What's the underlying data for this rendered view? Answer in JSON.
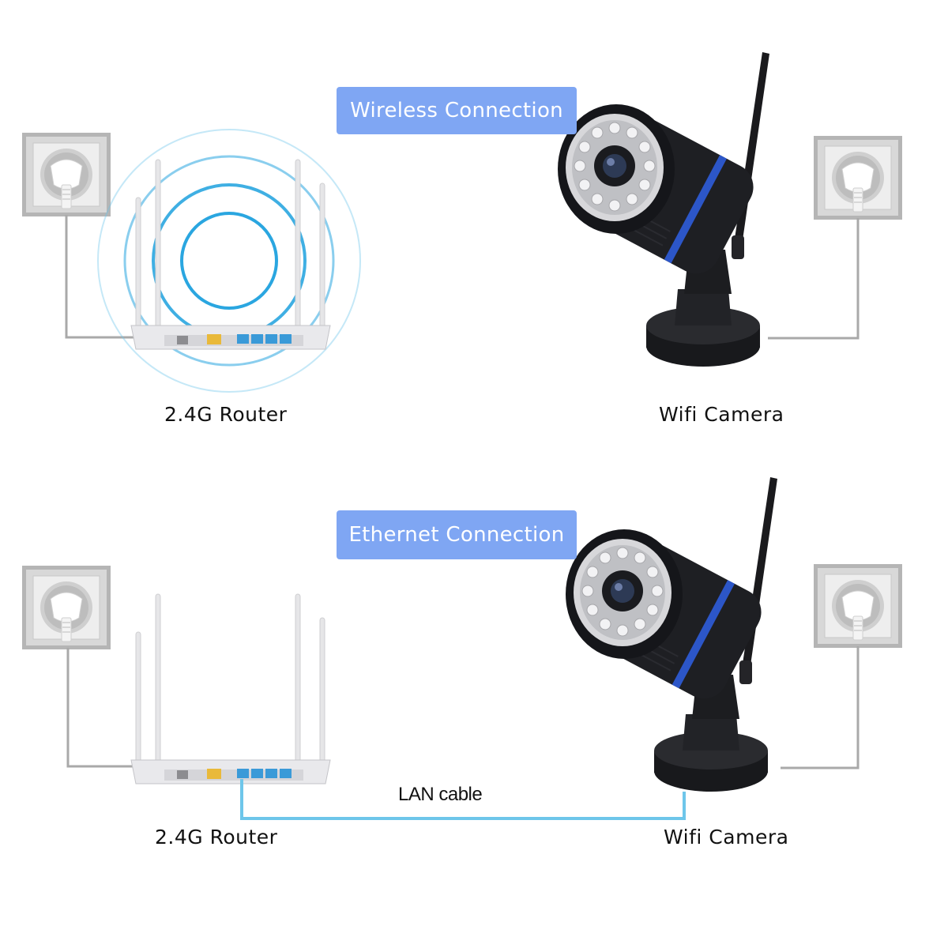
{
  "sections": {
    "wireless": {
      "title": "Wireless Connection",
      "router_label": "2.4G Router",
      "camera_label": "Wifi Camera"
    },
    "ethernet": {
      "title": "Ethernet Connection",
      "router_label": "2.4G Router",
      "camera_label": "Wifi Camera",
      "cable_label": "LAN cable"
    }
  },
  "colors": {
    "pill": "#7fa6f3",
    "signal": "#2aa6e0",
    "lan_cable": "#6ec6ea",
    "camera_body": "#1e1f23",
    "camera_ring": "#2c56c8",
    "outlet_frame": "#b5b5b5",
    "power_cord": "#a9a9a9",
    "router_body": "#e9e9ec",
    "port_yellow": "#e9b93a",
    "port_blue": "#3a9ad8"
  },
  "icons": [
    "wall-outlet-icon",
    "router-icon",
    "camera-icon",
    "wifi-signal-icon"
  ]
}
